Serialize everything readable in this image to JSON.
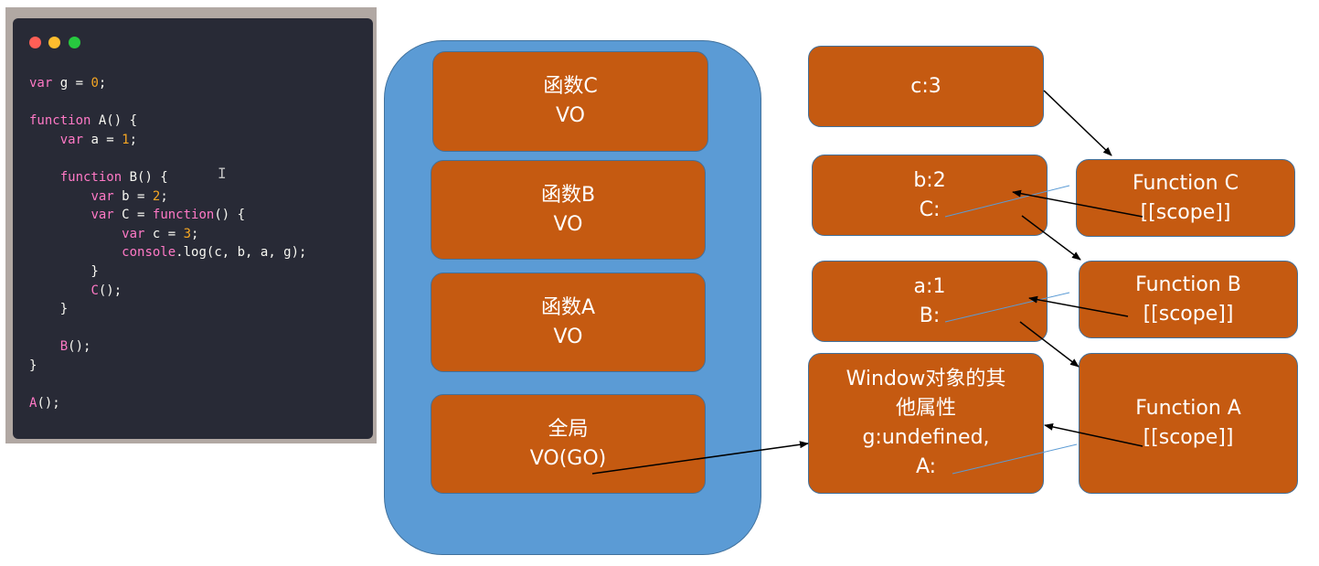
{
  "code_window": {
    "lines": [
      [
        {
          "t": "var",
          "c": "kw"
        },
        {
          "t": " g = "
        },
        {
          "t": "0",
          "c": "num"
        },
        {
          "t": ";"
        }
      ],
      [],
      [
        {
          "t": "function",
          "c": "kw"
        },
        {
          "t": " A() {"
        }
      ],
      [
        {
          "t": "    "
        },
        {
          "t": "var",
          "c": "kw"
        },
        {
          "t": " a = "
        },
        {
          "t": "1",
          "c": "num"
        },
        {
          "t": ";"
        }
      ],
      [],
      [
        {
          "t": "    "
        },
        {
          "t": "function",
          "c": "kw"
        },
        {
          "t": " B() {"
        }
      ],
      [
        {
          "t": "        "
        },
        {
          "t": "var",
          "c": "kw"
        },
        {
          "t": " b = "
        },
        {
          "t": "2",
          "c": "num"
        },
        {
          "t": ";"
        }
      ],
      [
        {
          "t": "        "
        },
        {
          "t": "var",
          "c": "kw"
        },
        {
          "t": " C = "
        },
        {
          "t": "function",
          "c": "kw"
        },
        {
          "t": "() {"
        }
      ],
      [
        {
          "t": "            "
        },
        {
          "t": "var",
          "c": "kw"
        },
        {
          "t": " c = "
        },
        {
          "t": "3",
          "c": "num"
        },
        {
          "t": ";"
        }
      ],
      [
        {
          "t": "            "
        },
        {
          "t": "console",
          "c": "fn"
        },
        {
          "t": ".log(c, b, a, g);"
        }
      ],
      [
        {
          "t": "        }"
        }
      ],
      [
        {
          "t": "        "
        },
        {
          "t": "C",
          "c": "fn"
        },
        {
          "t": "();"
        }
      ],
      [
        {
          "t": "    }"
        }
      ],
      [],
      [
        {
          "t": "    "
        },
        {
          "t": "B",
          "c": "fn"
        },
        {
          "t": "();"
        }
      ],
      [
        {
          "t": "}"
        }
      ],
      [],
      [
        {
          "t": "A",
          "c": "fn"
        },
        {
          "t": "();"
        }
      ]
    ],
    "cursor_glyph": "I"
  },
  "stack": {
    "vo_c": {
      "line1": "函数C",
      "line2": "VO"
    },
    "vo_b": {
      "line1": "函数B",
      "line2": "VO"
    },
    "vo_a": {
      "line1": "函数A",
      "line2": "VO"
    },
    "global": {
      "line1": "全局",
      "line2": "VO(GO)"
    }
  },
  "objects": {
    "c_vo": {
      "line1": "c:3"
    },
    "b_vo": {
      "line1": "b:2",
      "line2": "C:"
    },
    "a_vo": {
      "line1": "a:1",
      "line2": "B:"
    },
    "window": {
      "line1": "Window对象的其",
      "line2": "他属性",
      "line3": "g:undefined,",
      "line4": "A:"
    }
  },
  "functions": {
    "fn_c": {
      "line1": "Function C",
      "line2": "[[scope]]"
    },
    "fn_b": {
      "line1": "Function B",
      "line2": "[[scope]]"
    },
    "fn_a": {
      "line1": "Function A",
      "line2": "[[scope]]"
    }
  },
  "colors": {
    "stack_fill": "#5b9bd5",
    "box_fill": "#c55a11",
    "box_border": "#41719c",
    "code_bg": "#282a36",
    "keyword": "#ff79c6",
    "number": "#f5a623"
  }
}
